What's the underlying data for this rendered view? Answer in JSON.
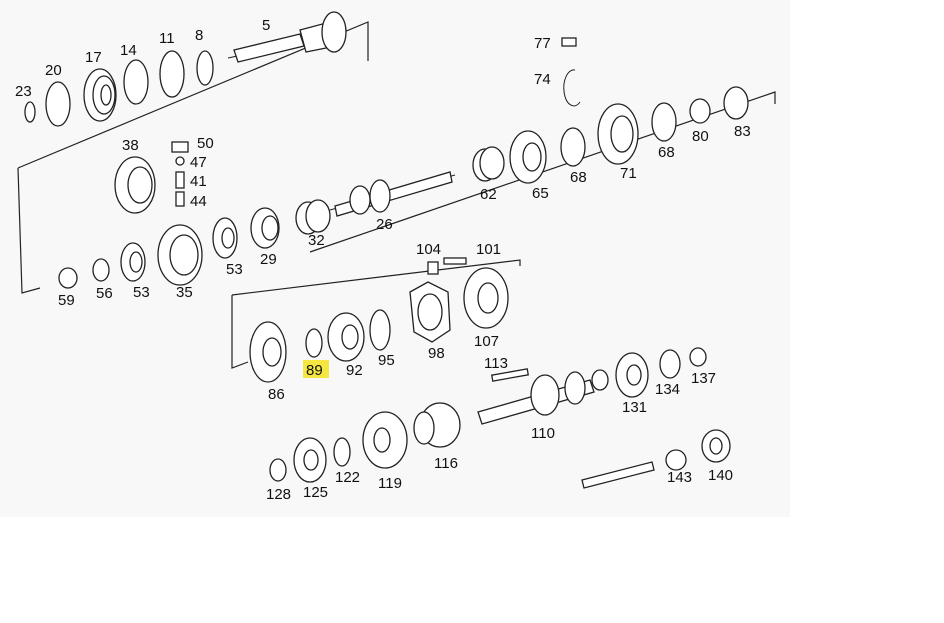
{
  "diagram": {
    "highlight_color": "#f5e642",
    "highlighted_label": "89",
    "labels": {
      "p5": "5",
      "p8": "8",
      "p11": "11",
      "p14": "14",
      "p17": "17",
      "p20": "20",
      "p23": "23",
      "p77": "77",
      "p74": "74",
      "p38": "38",
      "p50": "50",
      "p47": "47",
      "p41": "41",
      "p44": "44",
      "p62": "62",
      "p65": "65",
      "p68a": "68",
      "p71": "71",
      "p68b": "68",
      "p80": "80",
      "p83": "83",
      "p26": "26",
      "p32": "32",
      "p29": "29",
      "p53a": "53",
      "p35": "35",
      "p53b": "53",
      "p56": "56",
      "p59": "59",
      "p104": "104",
      "p101": "101",
      "p98": "98",
      "p107": "107",
      "p86": "86",
      "p89": "89",
      "p92": "92",
      "p95": "95",
      "p113": "113",
      "p110": "110",
      "p131": "131",
      "p134": "134",
      "p137": "137",
      "p116": "116",
      "p119": "119",
      "p122": "122",
      "p125": "125",
      "p128": "128",
      "p143": "143",
      "p140": "140"
    }
  }
}
